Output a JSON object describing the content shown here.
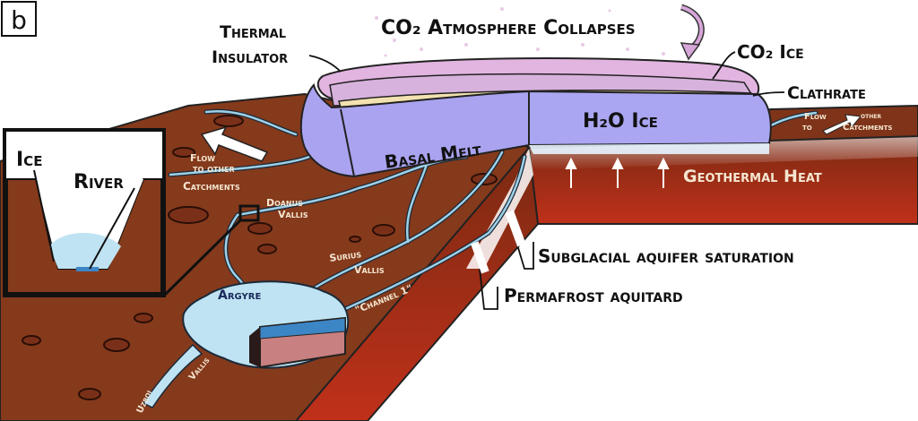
{
  "panel_label": "b",
  "labels": {
    "thermal_insulator_1": "Thermal",
    "thermal_insulator_2": "Insulator",
    "co2_collapse": "CO₂ Atmosphere Collapses",
    "co2_ice": "CO₂ Ice",
    "clathrate": "Clathrate",
    "h2o_ice": "H₂O Ice",
    "basal_melt": "Basal Melt",
    "geothermal_heat": "Geothermal Heat",
    "aquifer": "Subglacial aquifer saturation",
    "aquitard": "Permafrost aquitard",
    "flow_left_1": "Flow",
    "flow_left_2": "to other",
    "flow_left_3": "Catchments",
    "flow_right_1": "Flow",
    "flow_right_2": "to",
    "flow_right_3": "other",
    "flow_right_4": "Catchments",
    "doanus_1": "Doanus",
    "doanus_2": "Vallis",
    "surius_1": "Surius",
    "surius_2": "Vallis",
    "argyre": "Argyre",
    "channel1": "\"Channel 1\"",
    "uzboi_1": "Uzboi",
    "uzboi_2": "Vallis",
    "inset_ice": "Ice",
    "inset_river": "River"
  },
  "colors": {
    "ground": "#8a3a1e",
    "ground_side": "#a8321a",
    "ice": "#a9a3f0",
    "co2_ice": "#d7b2dc",
    "clathrate": "#f2e2b0",
    "water": "#bfe3f2",
    "river": "#9fd0e6"
  }
}
